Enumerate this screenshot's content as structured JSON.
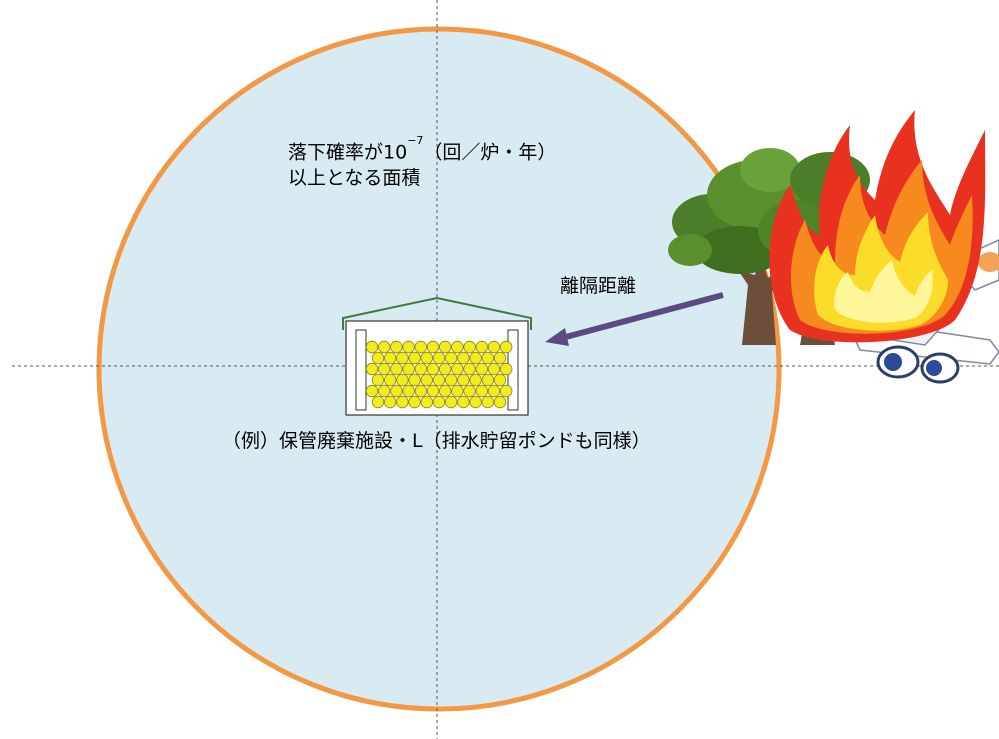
{
  "colors": {
    "zone_fill": "#d9ebf2",
    "zone_border": "#f39845",
    "axis_line": "#555555",
    "arrow": "#5c4a82",
    "roof": "#3f7a3f",
    "waste_drum": "#f0ec1e"
  },
  "labels": {
    "area_line1_prefix": "落下確率が10",
    "area_exponent": "−7",
    "area_line1_suffix": "（回／炉・年）",
    "area_line2": "以上となる面積",
    "distance": "離隔距離",
    "facility": "（例）保管廃棄施設・L（排水貯留ポンドも同様）"
  },
  "icons": {
    "tree": "tree-icon",
    "fire": "fire-icon",
    "aircraft": "aircraft-icon"
  }
}
